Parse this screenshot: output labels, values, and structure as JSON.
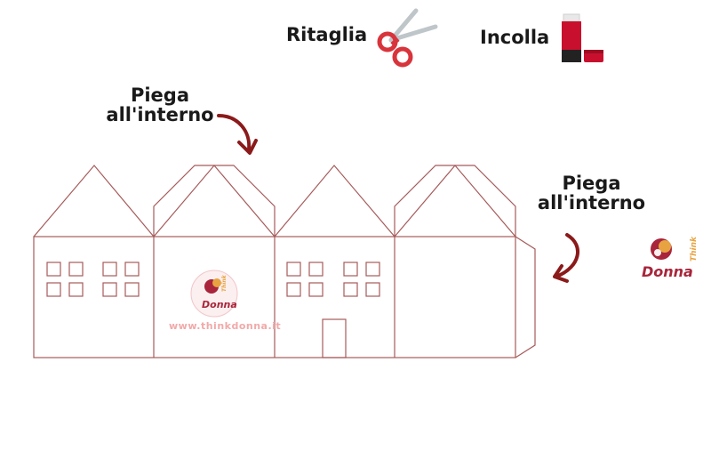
{
  "labels": {
    "cut": "Ritaglia",
    "glue": "Incolla",
    "fold_left": "Piega\nall'interno",
    "fold_right": "Piega\nall'interno"
  },
  "logo": {
    "brand_main": "Donna",
    "brand_small": "Think"
  },
  "watermark": {
    "url": "www.thinkdonna.it"
  },
  "icons": {
    "cut": "scissors-icon",
    "glue": "glue-stick-icon",
    "fold_arrow": "curved-arrow-icon"
  },
  "colors": {
    "outline": "#a65a5a",
    "accent": "#c8102e",
    "arrow": "#8b1a1a",
    "brand": "#a8253b",
    "watermark": "#f2a9a9"
  }
}
